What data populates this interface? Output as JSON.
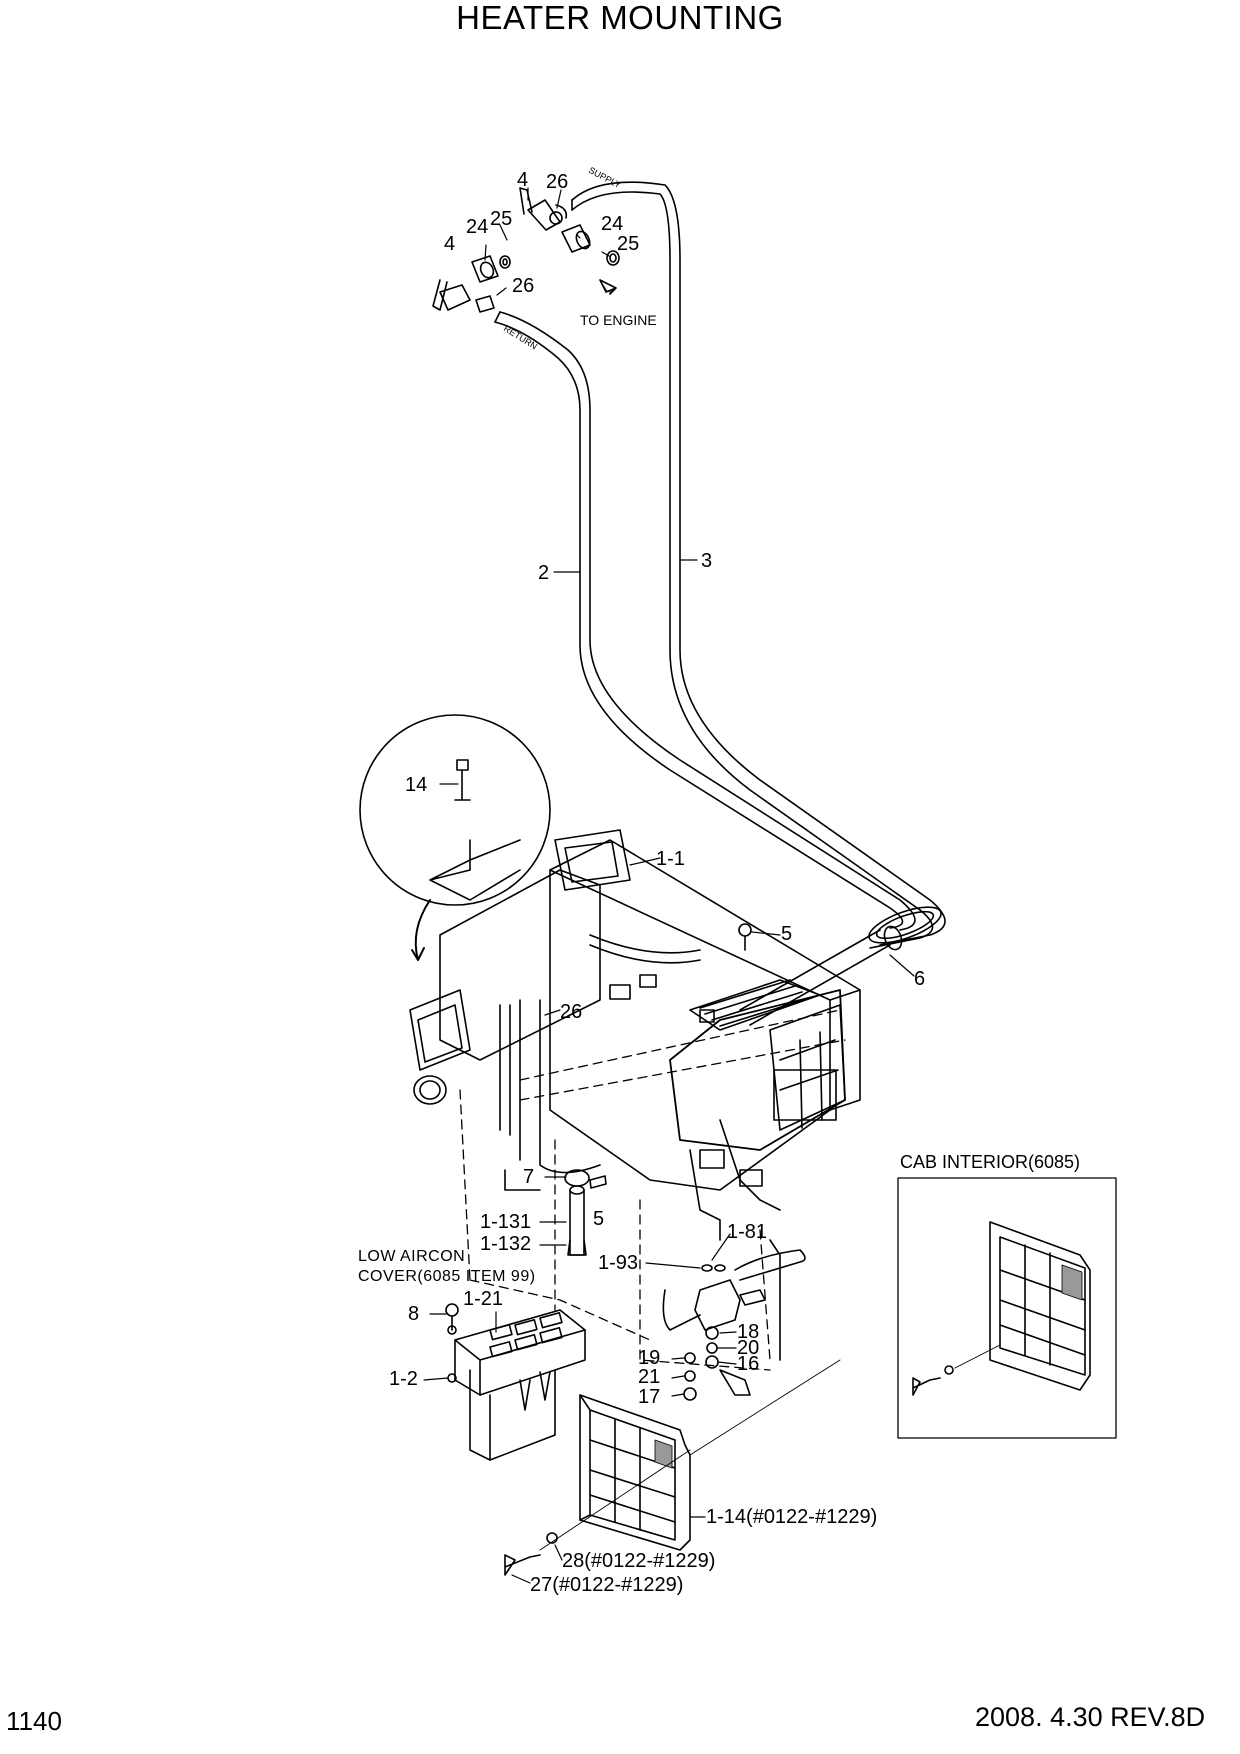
{
  "title": "HEATER MOUNTING",
  "page_number": "1140",
  "revision": "2008. 4.30  REV.8D",
  "notes": {
    "to_engine": "TO ENGINE",
    "return_hose": "RETURN",
    "supply_hose": "SUPPLY",
    "low_aircon_line1": "LOW AIRCON",
    "low_aircon_line2": "COVER(6085 ITEM 99)",
    "cab_interior": "CAB INTERIOR(6085)"
  },
  "callouts": {
    "c4a": "4",
    "c26a": "26",
    "c25a": "25",
    "c24a": "24",
    "c4b": "4",
    "c24b": "24",
    "c25b": "25",
    "c26b": "26",
    "c2": "2",
    "c3": "3",
    "c14": "14",
    "c1_1": "1-1",
    "c5a": "5",
    "c6": "6",
    "c26c": "26",
    "c7": "7",
    "c5b": "5",
    "c1_131": "1-131",
    "c1_132": "1-132",
    "c1_81": "1-81",
    "c1_93": "1-93",
    "c8": "8",
    "c1_21": "1-21",
    "c18": "18",
    "c20": "20",
    "c16": "16",
    "c19": "19",
    "c21": "21",
    "c17": "17",
    "c1_2": "1-2",
    "c1_14": "1-14(#0122-#1229)",
    "c28": "28(#0122-#1229)",
    "c27": "27(#0122-#1229)"
  }
}
